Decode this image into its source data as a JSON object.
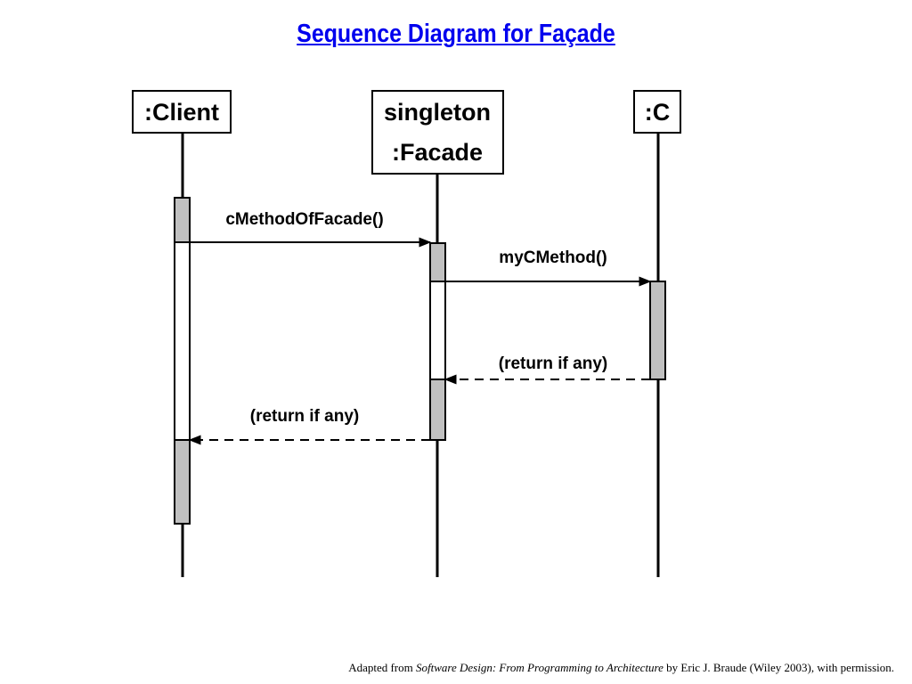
{
  "title": "Sequence Diagram for Façade",
  "objects": {
    "client": ":Client",
    "facade_line1": "singleton",
    "facade_line2": ":Facade",
    "c": ":C"
  },
  "messages": {
    "m1": "cMethodOfFacade()",
    "m2": "myCMethod()",
    "r1": "(return if any)",
    "r2": "(return if any)"
  },
  "footer": {
    "prefix": "Adapted from ",
    "book": "Software Design: From Programming to Architecture",
    "suffix": " by Eric J. Braude (Wiley 2003), with permission."
  },
  "colors": {
    "title": "#0000ee",
    "activation_fill": "#c0c0c0"
  }
}
